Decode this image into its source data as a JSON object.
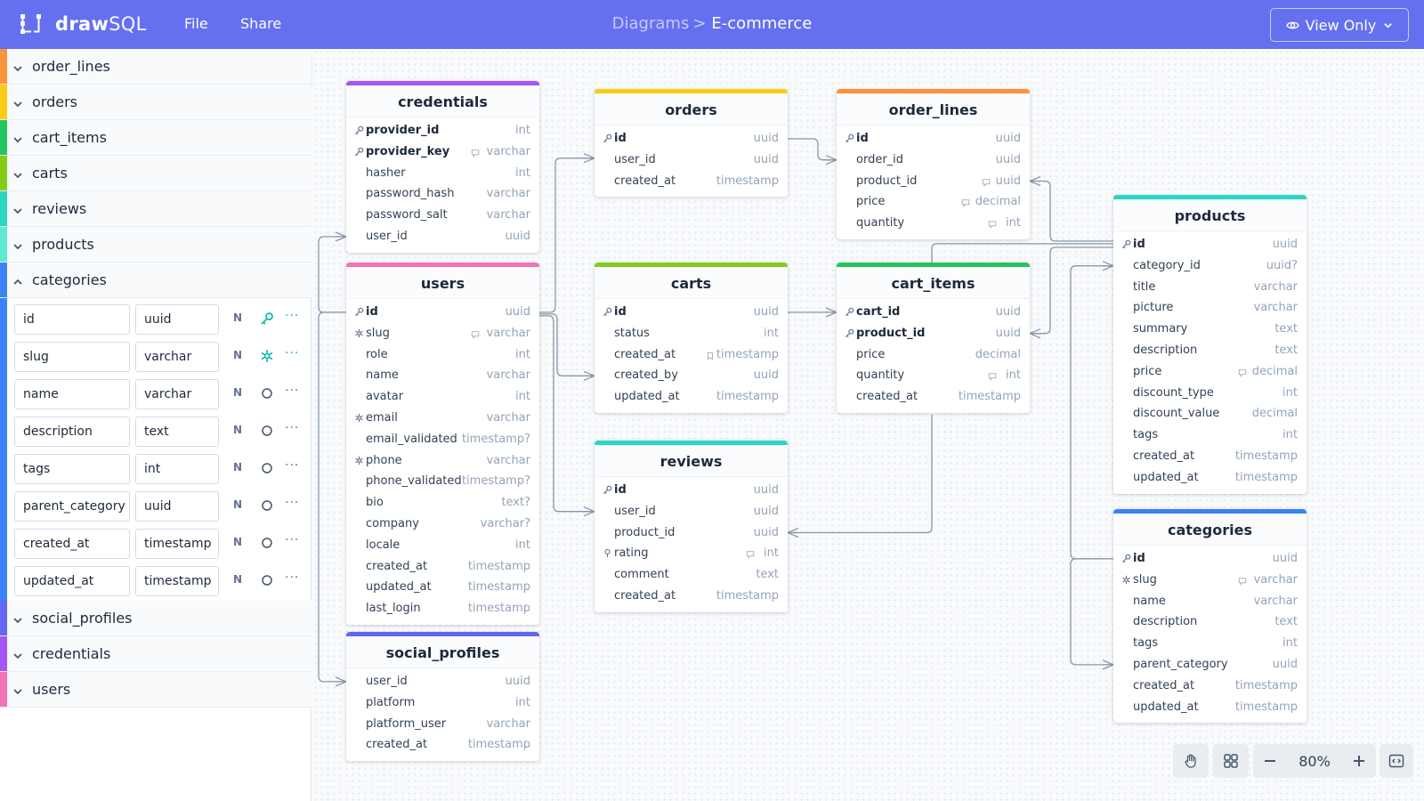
{
  "app": {
    "name_bold": "draw",
    "name_rest": "SQL",
    "menu": {
      "file": "File",
      "share": "Share"
    },
    "breadcrumb": {
      "parent": "Diagrams",
      "separator": ">",
      "current": "E-commerce"
    },
    "view_mode": "View Only",
    "colors": {
      "topbar": "#6470f0",
      "accent": "#14b8a6"
    }
  },
  "sidebar": {
    "tables": [
      {
        "name": "order_lines",
        "color": "#fb923c",
        "expanded": false
      },
      {
        "name": "orders",
        "color": "#facc15",
        "expanded": false
      },
      {
        "name": "cart_items",
        "color": "#22c55e",
        "expanded": false
      },
      {
        "name": "carts",
        "color": "#84cc16",
        "expanded": false
      },
      {
        "name": "reviews",
        "color": "#2dd4bf",
        "expanded": false
      },
      {
        "name": "products",
        "color": "#5eead4",
        "expanded": false
      },
      {
        "name": "categories",
        "color": "#3b82f6",
        "expanded": true
      },
      {
        "name": "social_profiles",
        "color": "#6366f1",
        "expanded": false
      },
      {
        "name": "credentials",
        "color": "#a855f7",
        "expanded": false
      },
      {
        "name": "users",
        "color": "#f472b6",
        "expanded": false
      }
    ],
    "expanded_fields": [
      {
        "name": "id",
        "type": "uuid",
        "nullable": "N",
        "icon": "key-icon"
      },
      {
        "name": "slug",
        "type": "varchar",
        "nullable": "N",
        "icon": "unique-icon"
      },
      {
        "name": "name",
        "type": "varchar",
        "nullable": "N",
        "icon": "circle-icon"
      },
      {
        "name": "description",
        "type": "text",
        "nullable": "N",
        "icon": "circle-icon"
      },
      {
        "name": "tags",
        "type": "int",
        "nullable": "N",
        "icon": "circle-icon"
      },
      {
        "name": "parent_category",
        "type": "uuid",
        "nullable": "N",
        "icon": "circle-icon"
      },
      {
        "name": "created_at",
        "type": "timestamp",
        "nullable": "N",
        "icon": "circle-icon"
      },
      {
        "name": "updated_at",
        "type": "timestamp",
        "nullable": "N",
        "icon": "circle-icon"
      }
    ],
    "more_label": "···"
  },
  "diagram": {
    "tables": [
      {
        "id": "credentials",
        "name": "credentials",
        "color": "#a855f7",
        "columns": [
          {
            "name": "provider_id",
            "type": "int",
            "pk": true
          },
          {
            "name": "provider_key",
            "type": "varchar",
            "pk": true,
            "note": true
          },
          {
            "name": "hasher",
            "type": "int"
          },
          {
            "name": "password_hash",
            "type": "varchar"
          },
          {
            "name": "password_salt",
            "type": "varchar"
          },
          {
            "name": "user_id",
            "type": "uuid"
          }
        ]
      },
      {
        "id": "users",
        "name": "users",
        "color": "#f472b6",
        "columns": [
          {
            "name": "id",
            "type": "uuid",
            "pk": true
          },
          {
            "name": "slug",
            "type": "varchar",
            "unique": true,
            "note": true
          },
          {
            "name": "role",
            "type": "int"
          },
          {
            "name": "name",
            "type": "varchar"
          },
          {
            "name": "avatar",
            "type": "int"
          },
          {
            "name": "email",
            "type": "varchar",
            "unique": true
          },
          {
            "name": "email_validated",
            "type": "timestamp?"
          },
          {
            "name": "phone",
            "type": "varchar",
            "unique": true
          },
          {
            "name": "phone_validated",
            "type": "timestamp?"
          },
          {
            "name": "bio",
            "type": "text?"
          },
          {
            "name": "company",
            "type": "varchar?"
          },
          {
            "name": "locale",
            "type": "int"
          },
          {
            "name": "created_at",
            "type": "timestamp"
          },
          {
            "name": "updated_at",
            "type": "timestamp"
          },
          {
            "name": "last_login",
            "type": "timestamp"
          }
        ]
      },
      {
        "id": "social_profiles",
        "name": "social_profiles",
        "color": "#6366f1",
        "columns": [
          {
            "name": "user_id",
            "type": "uuid"
          },
          {
            "name": "platform",
            "type": "int"
          },
          {
            "name": "platform_user",
            "type": "varchar"
          },
          {
            "name": "created_at",
            "type": "timestamp"
          }
        ]
      },
      {
        "id": "orders",
        "name": "orders",
        "color": "#facc15",
        "columns": [
          {
            "name": "id",
            "type": "uuid",
            "pk": true
          },
          {
            "name": "user_id",
            "type": "uuid"
          },
          {
            "name": "created_at",
            "type": "timestamp"
          }
        ]
      },
      {
        "id": "carts",
        "name": "carts",
        "color": "#84cc16",
        "columns": [
          {
            "name": "id",
            "type": "uuid",
            "pk": true
          },
          {
            "name": "status",
            "type": "int"
          },
          {
            "name": "created_at",
            "type": "timestamp",
            "bookmark": true
          },
          {
            "name": "created_by",
            "type": "uuid"
          },
          {
            "name": "updated_at",
            "type": "timestamp"
          }
        ]
      },
      {
        "id": "reviews",
        "name": "reviews",
        "color": "#2dd4bf",
        "columns": [
          {
            "name": "id",
            "type": "uuid",
            "pk": true
          },
          {
            "name": "user_id",
            "type": "uuid"
          },
          {
            "name": "product_id",
            "type": "uuid"
          },
          {
            "name": "rating",
            "type": "int",
            "pin": true,
            "note": true
          },
          {
            "name": "comment",
            "type": "text"
          },
          {
            "name": "created_at",
            "type": "timestamp"
          }
        ]
      },
      {
        "id": "order_lines",
        "name": "order_lines",
        "color": "#fb923c",
        "columns": [
          {
            "name": "id",
            "type": "uuid",
            "pk": true
          },
          {
            "name": "order_id",
            "type": "uuid"
          },
          {
            "name": "product_id",
            "type": "uuid",
            "note": true
          },
          {
            "name": "price",
            "type": "decimal",
            "note": true
          },
          {
            "name": "quantity",
            "type": "int",
            "note": true
          }
        ]
      },
      {
        "id": "cart_items",
        "name": "cart_items",
        "color": "#22c55e",
        "columns": [
          {
            "name": "cart_id",
            "type": "uuid",
            "pk": true
          },
          {
            "name": "product_id",
            "type": "uuid",
            "pk": true
          },
          {
            "name": "price",
            "type": "decimal"
          },
          {
            "name": "quantity",
            "type": "int",
            "note": true
          },
          {
            "name": "created_at",
            "type": "timestamp"
          }
        ]
      },
      {
        "id": "products",
        "name": "products",
        "color": "#2dd4bf",
        "columns": [
          {
            "name": "id",
            "type": "uuid",
            "pk": true
          },
          {
            "name": "category_id",
            "type": "uuid?"
          },
          {
            "name": "title",
            "type": "varchar"
          },
          {
            "name": "picture",
            "type": "varchar"
          },
          {
            "name": "summary",
            "type": "text"
          },
          {
            "name": "description",
            "type": "text"
          },
          {
            "name": "price",
            "type": "decimal",
            "note": true
          },
          {
            "name": "discount_type",
            "type": "int"
          },
          {
            "name": "discount_value",
            "type": "decimal"
          },
          {
            "name": "tags",
            "type": "int"
          },
          {
            "name": "created_at",
            "type": "timestamp"
          },
          {
            "name": "updated_at",
            "type": "timestamp"
          }
        ]
      },
      {
        "id": "categories",
        "name": "categories",
        "color": "#3b82f6",
        "columns": [
          {
            "name": "id",
            "type": "uuid",
            "pk": true
          },
          {
            "name": "slug",
            "type": "varchar",
            "unique": true,
            "note": true
          },
          {
            "name": "name",
            "type": "varchar"
          },
          {
            "name": "description",
            "type": "text"
          },
          {
            "name": "tags",
            "type": "int"
          },
          {
            "name": "parent_category",
            "type": "uuid"
          },
          {
            "name": "created_at",
            "type": "timestamp"
          },
          {
            "name": "updated_at",
            "type": "timestamp"
          }
        ]
      }
    ]
  },
  "toolbar": {
    "zoom": "80%",
    "icons": [
      "hand-icon",
      "grid-icon",
      "zoom-out-icon",
      "zoom-in-icon",
      "embed-code-icon"
    ]
  }
}
